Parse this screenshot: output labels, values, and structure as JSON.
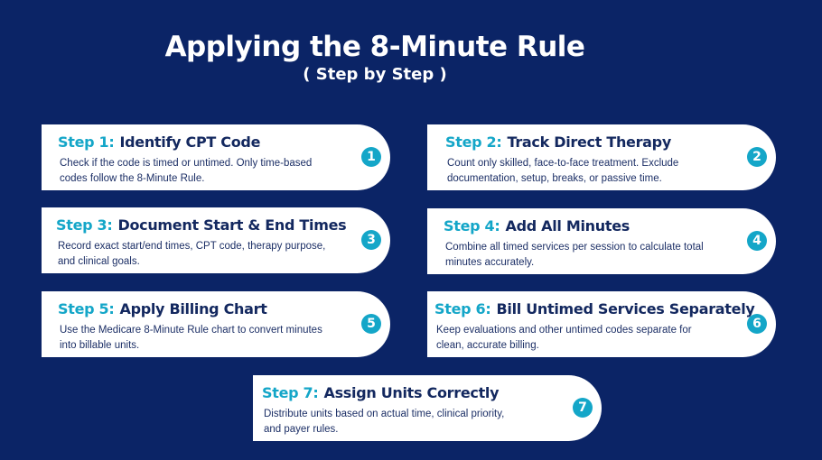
{
  "title": "Applying the 8-Minute Rule",
  "subtitle": "( Step by Step )",
  "steps": [
    {
      "label": "Step 1:",
      "title": "Identify CPT Code",
      "text": "Check if the code is timed or untimed. Only time-based codes follow the 8-Minute Rule.",
      "num": "1"
    },
    {
      "label": "Step 2:",
      "title": "Track Direct Therapy",
      "text": "Count only skilled, face-to-face treatment. Exclude documentation, setup, breaks, or passive time.",
      "num": "2"
    },
    {
      "label": "Step 3:",
      "title": "Document Start & End Times",
      "text": "Record exact start/end times, CPT code, therapy purpose, and clinical goals.",
      "num": "3"
    },
    {
      "label": "Step 4:",
      "title": "Add All Minutes",
      "text": "Combine all timed services per session to calculate total minutes accurately.",
      "num": "4"
    },
    {
      "label": "Step 5:",
      "title": "Apply Billing Chart",
      "text": "Use the Medicare 8-Minute Rule chart to convert minutes into billable units.",
      "num": "5"
    },
    {
      "label": "Step 6:",
      "title": "Bill Untimed Services Separately",
      "text": "Keep evaluations and other untimed codes separate for clean, accurate billing.",
      "num": "6"
    },
    {
      "label": "Step 7:",
      "title": "Assign Units Correctly",
      "text": "Distribute units based on actual time, clinical priority, and payer rules.",
      "num": "7"
    }
  ]
}
